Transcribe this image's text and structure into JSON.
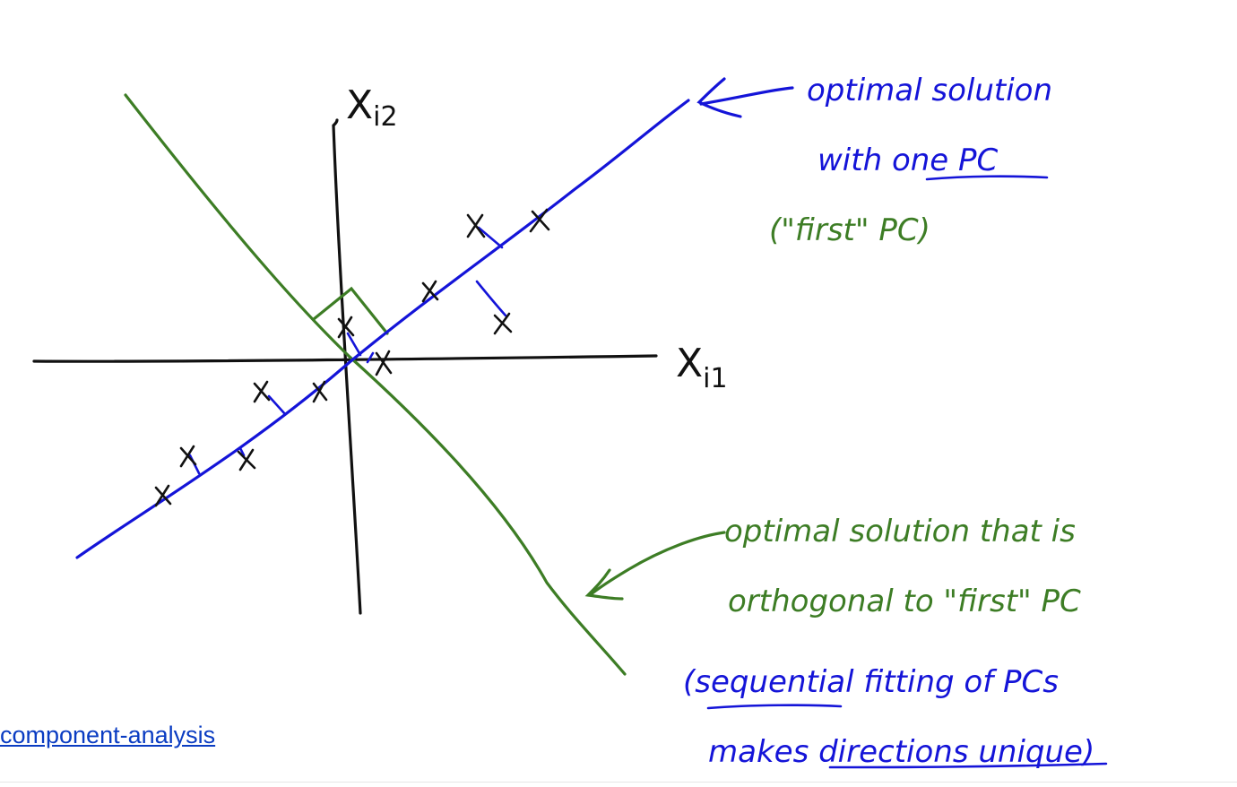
{
  "axes": {
    "x_label": "X",
    "x_subscript": "i1",
    "y_label": "X",
    "y_subscript": "i2"
  },
  "annotations": {
    "pc1_line1": "optimal solution",
    "pc1_line2_prefix": "with ",
    "pc1_line2_emph": "one PC",
    "pc1_line3": "(\"first\" PC)",
    "pc2_line1": "optimal solution that is",
    "pc2_line2": "orthogonal to \"first\" PC",
    "pc2_line3_underlined": "sequential",
    "pc2_line3_rest": " fitting of PCs",
    "pc2_line4_prefix": "makes ",
    "pc2_line4_underlined": "directions unique",
    "pc2_line4_suffix": ")",
    "pc2_line3_open": "("
  },
  "link": {
    "text": "component-analysis"
  },
  "colors": {
    "pc1": "#1414d8",
    "pc2": "#3d7d25",
    "axes": "#111111",
    "link": "#0a3cc2"
  }
}
